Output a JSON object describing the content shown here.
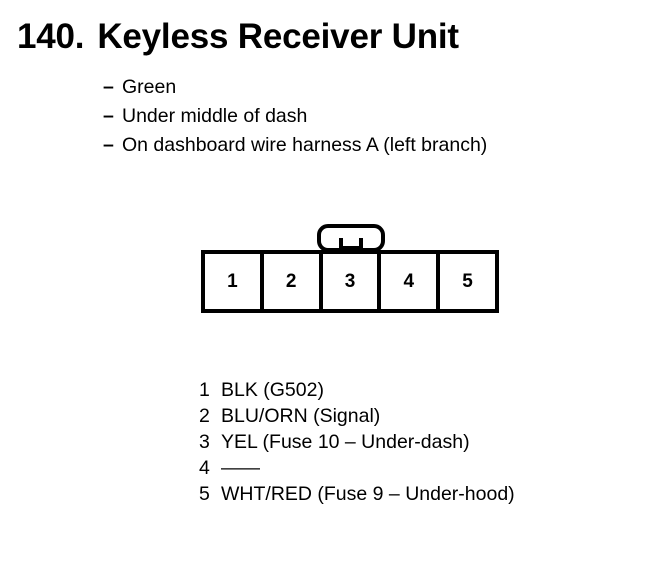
{
  "document": {
    "background_color": "#ffffff",
    "ink_color": "#000000"
  },
  "title": {
    "number": "140.",
    "text": "Keyless Receiver Unit"
  },
  "bullets": {
    "marker": "–",
    "items": [
      "Green",
      "Under middle of dash",
      "On dashboard wire harness A (left branch)"
    ]
  },
  "connector": {
    "latch_icon": "connector-latch-tab",
    "pins": [
      {
        "number": "1"
      },
      {
        "number": "2"
      },
      {
        "number": "3"
      },
      {
        "number": "4"
      },
      {
        "number": "5"
      }
    ]
  },
  "pin_legend": [
    {
      "number": "1",
      "label": "BLK (G502)"
    },
    {
      "number": "2",
      "label": "BLU/ORN (Signal)"
    },
    {
      "number": "3",
      "label": "YEL (Fuse 10 – Under-dash)"
    },
    {
      "number": "4",
      "label": "——"
    },
    {
      "number": "5",
      "label": "WHT/RED (Fuse 9 – Under-hood)"
    }
  ]
}
